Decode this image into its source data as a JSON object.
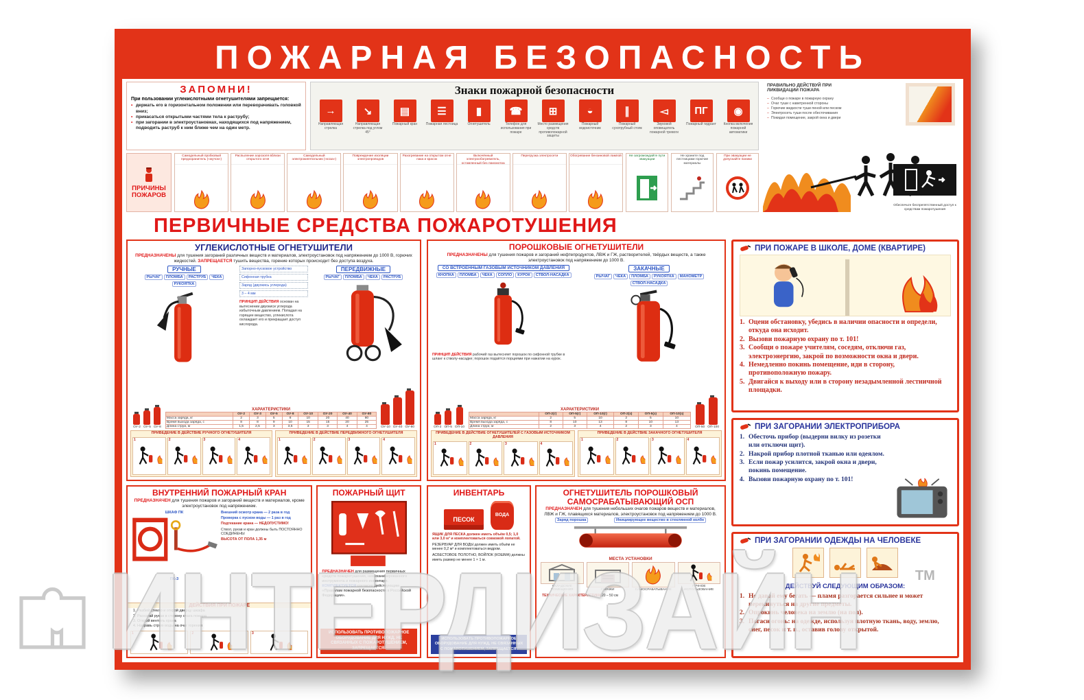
{
  "poster_title": "ПОЖАРНАЯ  БЕЗОПАСНОСТЬ",
  "watermark": {
    "text": "ИНТЕРДИЗАЙН",
    "tm": "ТМ"
  },
  "remember": {
    "title": "ЗАПОМНИ!",
    "intro": "При пользовании углекислотными огнетушителями запрещается:",
    "items": [
      "держать его в горизонтальном положении или переворачивать головкой вниз;",
      "прикасаться открытыми частями тела к раструбу;",
      "при загорании в электроустановках, находящихся под напряжением, подводить раструб к ним ближе чем на один метр."
    ]
  },
  "signs": {
    "title": "Знаки пожарной безопасности",
    "items": [
      {
        "glyph": "→",
        "label": "Направляющая стрелка"
      },
      {
        "glyph": "↘",
        "label": "Направляющая стрелка под углом 45°"
      },
      {
        "glyph": "▤",
        "label": "Пожарный кран"
      },
      {
        "glyph": "☰",
        "label": "Пожарная лестница"
      },
      {
        "glyph": "▮",
        "label": "Огнетушитель"
      },
      {
        "glyph": "☎",
        "label": "Телефон для использования при пожаре"
      },
      {
        "glyph": "⊞",
        "label": "Место размещения средств противопожарной защиты"
      },
      {
        "glyph": "◒",
        "label": "Пожарный водоисточник"
      },
      {
        "glyph": "∥",
        "label": "Пожарный сухотрубный стояк"
      },
      {
        "glyph": "◅",
        "label": "Звуковой оповещатель пожарной тревоги"
      },
      {
        "glyph": "ПГ",
        "label": "Пожарный гидрант"
      },
      {
        "glyph": "◉",
        "label": "Кнопка включения пожарной автоматики"
      }
    ]
  },
  "liquidation": {
    "title": "ПРАВИЛЬНО ДЕЙСТВУЙ ПРИ ЛИКВИДАЦИИ ПОЖАРА",
    "tips": [
      "Сообщи о пожаре в пожарную охрану",
      "Очаг туши с наветренной стороны",
      "Горючие жидкости туши пеной или песком",
      "Электросеть туши после обесточивания",
      "Покидая помещение, закрой окна и двери"
    ],
    "access_note": "Обеспечьте беспрепятственный доступ к средствам пожаротушения"
  },
  "causes": {
    "label": "ПРИЧИНЫ ПОЖАРОВ",
    "items": [
      "Самодельный пробковый предохранитель («жучок»)",
      "Распыление аэрозоля вблизи открытого огня",
      "Самодельный электрокипятильник («коза»)",
      "Повреждение изоляции электропроводов",
      "Разогревание на открытом огне лака и красок",
      "Включённый электрообогреватель, оставленный без присмотра",
      "Перегрузка электросети",
      "Обогревание бензиновой лампой"
    ],
    "evacuation": [
      "Не загромождайте пути эвакуации",
      "Не храните под лестницами горючие материалы",
      "При эвакуации не допускайте паники"
    ]
  },
  "section_title": "ПЕРВИЧНЫЕ СРЕДСТВА ПОЖАРОТУШЕНИЯ",
  "co2": {
    "title": "УГЛЕКИСЛОТНЫЕ ОГНЕТУШИТЕЛИ",
    "purpose_kw": "ПРЕДНАЗНАЧЕНЫ",
    "purpose": "для тушения загораний различных веществ и материалов, электроустановок под напряжением до 1000 В, горючих жидкостей.",
    "forbidden_kw": "ЗАПРЕЩАЕТСЯ",
    "forbidden": "тушить вещества, горение которых происходит без доступа воздуха.",
    "manual_label": "РУЧНЫЕ",
    "mobile_label": "ПЕРЕДВИЖНЫЕ",
    "tags_manual": [
      "РЫЧАГ",
      "ПЛОМБА",
      "РАСТРУБ",
      "ЧЕКА",
      "РУКОЯТКА"
    ],
    "tags_mobile": [
      "РЫЧАГ",
      "ПЛОМБА",
      "ЧЕКА",
      "РАСТРУБ"
    ],
    "notes": [
      "Запорно-пусковое устройство",
      "Сифонная трубка",
      "Заряд (двуокись углерода)",
      "3 – 4 мм"
    ],
    "principle_kw": "ПРИНЦИП ДЕЙСТВИЯ",
    "principle": "основан на вытеснении двуокиси углерода избыточным давлением. Попадая на горящее вещество, углекислота охлаждает его и прекращает доступ кислорода.",
    "table": {
      "title": "ХАРАКТЕРИСТИКИ",
      "headers": [
        "",
        "ОУ-2",
        "ОУ-3",
        "ОУ-5",
        "ОУ-8",
        "ОУ-10",
        "ОУ-20",
        "ОУ-40",
        "ОУ-80"
      ],
      "rows": [
        [
          "Масса заряда, кг",
          "2",
          "3",
          "5",
          "8",
          "10",
          "20",
          "40",
          "80"
        ],
        [
          "Время выхода заряда, с",
          "8",
          "8",
          "9",
          "10",
          "15",
          "15",
          "20",
          "25"
        ],
        [
          "Длина струи, м",
          "1,5",
          "2,5",
          "3",
          "3,5",
          "3",
          "3",
          "4",
          "4"
        ]
      ]
    },
    "models_manual": [
      "ОУ-2",
      "ОУ-5",
      "ОУ-8"
    ],
    "models_mobile": [
      "ОУ-10",
      "ОУ-40",
      "ОУ-80"
    ],
    "strip_manual": "ПРИВЕДЕНИЕ В ДЕЙСТВИЕ РУЧНОГО ОГНЕТУШИТЕЛЯ",
    "strip_mobile": "ПРИВЕДЕНИЕ В ДЕЙСТВИЕ ПЕРЕДВИЖНОГО ОГНЕТУШИТЕЛЯ",
    "steps": [
      "1",
      "2",
      "3",
      "4"
    ]
  },
  "powder": {
    "title": "ПОРОШКОВЫЕ ОГНЕТУШИТЕЛИ",
    "purpose_kw": "ПРЕДНАЗНАЧЕНЫ",
    "purpose": "для тушения пожаров и загораний нефтепродуктов, ЛВЖ и ГЖ, растворителей, твёрдых веществ, а также электроустановок под напряжением до 1000 В.",
    "gas_label": "СО ВСТРОЕННЫМ ГАЗОВЫМ ИСТОЧНИКОМ ДАВЛЕНИЯ",
    "pump_label": "ЗАКАЧНЫЕ",
    "tags_gas": [
      "КНОПКА",
      "ПЛОМБА",
      "ЧЕКА",
      "СОПЛО",
      "КУРОК",
      "СТВОЛ-НАСАДКА"
    ],
    "tags_pump": [
      "РЫЧАГ",
      "ЧЕКА",
      "ПЛОМБА",
      "РУКОЯТКА",
      "МАНОМЕТР",
      "СТВОЛ-НАСАДКА"
    ],
    "principle_kw": "ПРИНЦИП ДЕЙСТВИЯ",
    "principle": "рабочий газ вытесняет порошок по сифонной трубке в шланг к стволу-насадке; порошок подаётся порциями при нажатии на курок.",
    "table": {
      "title": "ХАРАКТЕРИСТИКИ",
      "headers": [
        "",
        "ОП-2(г)",
        "ОП-5(г)",
        "ОП-10(г)",
        "ОП-2(з)",
        "ОП-5(з)",
        "ОП-10(з)"
      ],
      "rows": [
        [
          "Масса заряда, кг",
          "2",
          "5",
          "10",
          "2",
          "5",
          "10"
        ],
        [
          "Время выхода заряда, с",
          "8",
          "10",
          "13",
          "8",
          "10",
          "13"
        ],
        [
          "Длина струи, м",
          "2",
          "3",
          "4",
          "2",
          "3",
          "4"
        ]
      ]
    },
    "models_gas": [
      "ОП-2",
      "ОП-5",
      "ОП-10"
    ],
    "models_pump": [
      "ОП-50",
      "ОП-100"
    ],
    "strip_gas": "ПРИВЕДЕНИЕ В ДЕЙСТВИЕ ОГНЕТУШИТЕЛЕЙ С ГАЗОВЫМ ИСТОЧНИКОМ ДАВЛЕНИЯ",
    "strip_pump": "ПРИВЕДЕНИЕ В ДЕЙСТВИЕ ЗАКАЧНОГО ОГНЕТУШИТЕЛЯ",
    "steps": [
      "1",
      "2",
      "3",
      "4"
    ]
  },
  "crane": {
    "title": "ВНУТРЕННИЙ ПОЖАРНЫЙ КРАН",
    "purpose_kw": "ПРЕДНАЗНАЧЕН",
    "purpose": "для тушения пожаров и загораний веществ и материалов, кроме электроустановок под напряжением.",
    "cabinet_label": "ШКАФ ПК",
    "pk_label": "ПК-3",
    "check1": "Внешний осмотр крана — 2 раза в год",
    "check2": "Проверка с пуском воды — 1 раз в год",
    "leak_note": "Подтекание крана — НЕДОПУСТИМО!",
    "joined_note": "Ствол, рукав и кран должны быть ПОСТОЯННО СОЕДИНЕНЫ",
    "height_note": "ВЫСОТА ОТ ПОЛА 1,35 м",
    "actions_title": "ДЕЙСТВИЯ ПРИ ПОЖАРЕ",
    "actions": [
      "Разбей стекло и открой дверцу шкафа",
      "Раскатай рукав в сторону очага пожара",
      "Открой вентиль крана",
      "Направь струю воды на очаг горения"
    ],
    "steps": [
      "1",
      "2",
      "3"
    ]
  },
  "shield": {
    "title": "ПОЖАРНЫЙ ЩИТ",
    "purpose_kw": "ПРЕДНАЗНАЧЕН",
    "purpose": "для размещения первичных средств пожаротушения, немеханизированного инструмента и пожарного инвентаря.",
    "complect_kw": "КОМПЛЕКТУЕТСЯ",
    "complect": "согласно действующим «Правилам пожарной безопасности в Российской Федерации».",
    "warning": "ИСПОЛЬЗОВАТЬ ПРОТИВОПОЖАРНОЕ ОБОРУДОВАНИЕ ДЛЯ НУЖД, НЕ СВЯЗАННЫХ С ПОЖАРОТУШЕНИЕМ, ЗАПРЕЩАЕТСЯ!"
  },
  "inventory": {
    "title": "ИНВЕНТАРЬ",
    "sand_label": "ПЕСОК",
    "water_label": "ВОДА",
    "sand_note": "ЯЩИК ДЛЯ ПЕСКА должен иметь объём 0,5; 1,0 или 3,0 м³ и комплектоваться совковой лопатой.",
    "water_note": "РЕЗЕРВУАР ДЛЯ ВОДЫ должен иметь объём не менее 0,2 м³ и комплектоваться ведром.",
    "felt_note": "АСБЕСТОВОЕ ПОЛОТНО, ВОЙЛОК (КОШМА) должны иметь размер не менее 1 × 1 м.",
    "warning": "ИСПОЛЬЗОВАТЬ ПРОТИВОПОЖАРНОЕ ОБОРУДОВАНИЕ ДЛЯ НУЖД, НЕ СВЯЗАННЫХ С ПОЖАРОТУШЕНИЕМ, ЗАПРЕЩАЕТСЯ!"
  },
  "osp": {
    "title": "ОГНЕТУШИТЕЛЬ ПОРОШКОВЫЙ САМОСРАБАТЫВАЮЩИЙ ОСП",
    "purpose_kw": "ПРЕДНАЗНАЧЕН",
    "purpose": "для тушения небольших очагов пожаров веществ и материалов, ЛВЖ и ГЖ, плавящихся материалов, электроустановок под напряжением до 1000 В.",
    "charge_label": "Заряд порошка",
    "bulb_label": "Инициирующее вещество в стеклянной колбе",
    "places_title": "МЕСТА УСТАНОВКИ",
    "place1": "СКЛАДСКИЕ ПОМЕЩЕНИЯ",
    "place2": "ГАРАЖИ",
    "mode1": "САМОСРАБАТЫВАНИЕ",
    "mode2": "РУЧНОЕ ИСПОЛЬЗОВАНИЕ",
    "tech_title": "ТЕХНИЧЕСКИЕ ХАРАКТЕРИСТИКИ",
    "size_note": "20 – 50 см"
  },
  "rbox1": {
    "title": "ПРИ ПОЖАРЕ В ШКОЛЕ, ДОМЕ (КВАРТИРЕ)",
    "items": [
      "Оцени обстановку, убедись в наличии опасности и определи, откуда она исходит.",
      "Вызови пожарную охрану по т. 101!",
      "Сообщи о пожаре учителям, соседям, отключи газ, электроэнергию, закрой по возможности окна и двери.",
      "Немедленно покинь помещение, иди в сторону, противоположную пожару.",
      "Двигайся к выходу или в сторону незадымленной лестничной площадки."
    ]
  },
  "rbox2": {
    "title": "ПРИ ЗАГОРАНИИ ЭЛЕКТРОПРИБОРА",
    "items": [
      "Обесточь прибор (выдерни вилку из розетки или отключи щит).",
      "Накрой прибор плотной тканью или одеялом.",
      "Если пожар усилится, закрой окна и двери, покинь помещение.",
      "Вызови пожарную охрану по т. 101!"
    ]
  },
  "rbox3": {
    "title": "ПРИ ЗАГОРАНИИ ОДЕЖДЫ НА ЧЕЛОВЕКЕ",
    "subtitle": "ДЕЙСТВУЙ СЛЕДУЮЩИМ ОБРАЗОМ:",
    "items": [
      "Не давай ему бегать — пламя разгорается сильнее и может перекинуться на другие предметы.",
      "Опрокинь человека на землю (на пол).",
      "Погаси огонь: на одежде, используя плотную ткань, воду, землю, снег, песок и т. п., оставив голову открытой."
    ]
  }
}
